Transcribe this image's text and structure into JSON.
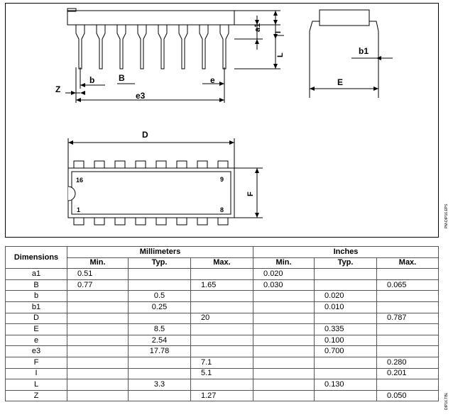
{
  "drawing": {
    "labels": {
      "a1": "a1",
      "I": "I",
      "L": "L",
      "b": "b",
      "B": "B",
      "Z": "Z",
      "e3": "e3",
      "e": "e",
      "b1": "b1",
      "E": "E",
      "D": "D",
      "F": "F",
      "pin16": "16",
      "pin9": "9",
      "pin1": "1",
      "pin8": "8"
    },
    "side_label": "PM-DIP16.EPS"
  },
  "table": {
    "headers": {
      "dimensions": "Dimensions",
      "millimeters": "Millimeters",
      "inches": "Inches",
      "min": "Min.",
      "typ": "Typ.",
      "max": "Max."
    },
    "rows": [
      {
        "dim": "a1",
        "mm_min": "0.51",
        "mm_typ": "",
        "mm_max": "",
        "in_min": "0.020",
        "in_typ": "",
        "in_max": ""
      },
      {
        "dim": "B",
        "mm_min": "0.77",
        "mm_typ": "",
        "mm_max": "1.65",
        "in_min": "0.030",
        "in_typ": "",
        "in_max": "0.065"
      },
      {
        "dim": "b",
        "mm_min": "",
        "mm_typ": "0.5",
        "mm_max": "",
        "in_min": "",
        "in_typ": "0.020",
        "in_max": ""
      },
      {
        "dim": "b1",
        "mm_min": "",
        "mm_typ": "0.25",
        "mm_max": "",
        "in_min": "",
        "in_typ": "0.010",
        "in_max": ""
      },
      {
        "dim": "D",
        "mm_min": "",
        "mm_typ": "",
        "mm_max": "20",
        "in_min": "",
        "in_typ": "",
        "in_max": "0.787"
      },
      {
        "dim": "E",
        "mm_min": "",
        "mm_typ": "8.5",
        "mm_max": "",
        "in_min": "",
        "in_typ": "0.335",
        "in_max": ""
      },
      {
        "dim": "e",
        "mm_min": "",
        "mm_typ": "2.54",
        "mm_max": "",
        "in_min": "",
        "in_typ": "0.100",
        "in_max": ""
      },
      {
        "dim": "e3",
        "mm_min": "",
        "mm_typ": "17.78",
        "mm_max": "",
        "in_min": "",
        "in_typ": "0.700",
        "in_max": ""
      },
      {
        "dim": "F",
        "mm_min": "",
        "mm_typ": "",
        "mm_max": "7.1",
        "in_min": "",
        "in_typ": "",
        "in_max": "0.280"
      },
      {
        "dim": "I",
        "mm_min": "",
        "mm_typ": "",
        "mm_max": "5.1",
        "in_min": "",
        "in_typ": "",
        "in_max": "0.201"
      },
      {
        "dim": "L",
        "mm_min": "",
        "mm_typ": "3.3",
        "mm_max": "",
        "in_min": "",
        "in_typ": "0.130",
        "in_max": ""
      },
      {
        "dim": "Z",
        "mm_min": "",
        "mm_typ": "",
        "mm_max": "1.27",
        "in_min": "",
        "in_typ": "",
        "in_max": "0.050"
      }
    ],
    "side_label": "DIP16.TBL"
  }
}
